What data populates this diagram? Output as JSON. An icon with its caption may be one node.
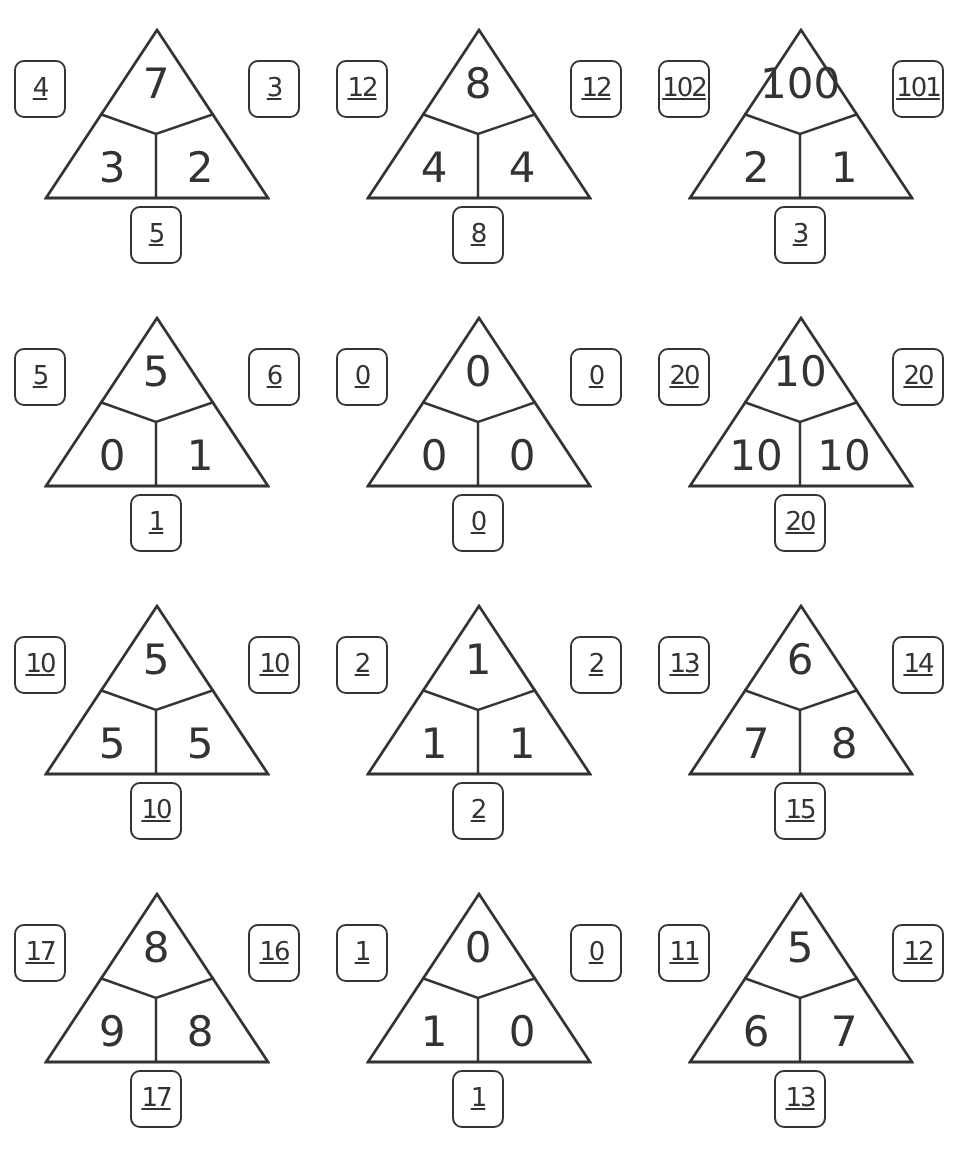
{
  "diagram": {
    "nodes": [
      {
        "text": [],
        "shape": "triangle"
      },
      {
        "text": [
          "7"
        ],
        "in": 0
      },
      {
        "text": [
          "4"
        ]
      },
      {
        "text": [
          "3"
        ]
      },
      {
        "text": [
          "3"
        ],
        "in": 0
      },
      {
        "text": [
          "2"
        ],
        "in": 0
      },
      {
        "text": [
          "5"
        ]
      },
      {
        "text": [],
        "shape": "triangle"
      },
      {
        "text": [
          "8"
        ],
        "in": 7
      },
      {
        "text": [
          "12"
        ]
      },
      {
        "text": [
          "12"
        ]
      },
      {
        "text": [
          "4"
        ],
        "in": 7
      },
      {
        "text": [
          "4"
        ],
        "in": 7
      },
      {
        "text": [
          "8"
        ]
      },
      {
        "text": [],
        "shape": "triangle"
      },
      {
        "text": [
          "100"
        ],
        "in": 14
      },
      {
        "text": [
          "102"
        ]
      },
      {
        "text": [
          "101"
        ]
      },
      {
        "text": [
          "2"
        ],
        "in": 14
      },
      {
        "text": [
          "1"
        ],
        "in": 14
      },
      {
        "text": [
          "3"
        ]
      },
      {
        "text": [],
        "shape": "triangle"
      },
      {
        "text": [
          "5"
        ],
        "in": 21
      },
      {
        "text": [
          "5"
        ]
      },
      {
        "text": [
          "6"
        ]
      },
      {
        "text": [
          "0"
        ],
        "in": 21
      },
      {
        "text": [
          "1"
        ],
        "in": 21
      },
      {
        "text": [
          "1"
        ]
      },
      {
        "text": [],
        "shape": "triangle"
      },
      {
        "text": [
          "0"
        ],
        "in": 28
      },
      {
        "text": [
          "0"
        ]
      },
      {
        "text": [
          "0"
        ]
      },
      {
        "text": [
          "0"
        ],
        "in": 28
      },
      {
        "text": [
          "0"
        ],
        "in": 28
      },
      {
        "text": [
          "0"
        ]
      },
      {
        "text": [],
        "shape": "triangle"
      },
      {
        "text": [
          "10"
        ],
        "in": 35
      },
      {
        "text": [
          "20"
        ]
      },
      {
        "text": [
          "20"
        ]
      },
      {
        "text": [
          "10"
        ],
        "in": 35
      },
      {
        "text": [
          "10"
        ],
        "in": 35
      },
      {
        "text": [
          "20"
        ]
      },
      {
        "text": [],
        "shape": "triangle"
      },
      {
        "text": [
          "5"
        ],
        "in": 42
      },
      {
        "text": [
          "10"
        ]
      },
      {
        "text": [
          "10"
        ]
      },
      {
        "text": [
          "5"
        ],
        "in": 42
      },
      {
        "text": [
          "5"
        ],
        "in": 42
      },
      {
        "text": [
          "10"
        ]
      },
      {
        "text": [],
        "shape": "triangle"
      },
      {
        "text": [
          "1"
        ],
        "in": 49
      },
      {
        "text": [
          "2"
        ]
      },
      {
        "text": [
          "2"
        ]
      },
      {
        "text": [
          "1"
        ],
        "in": 49
      },
      {
        "text": [
          "1"
        ],
        "in": 49
      },
      {
        "text": [
          "2"
        ]
      },
      {
        "text": [],
        "shape": "triangle"
      },
      {
        "text": [
          "6"
        ],
        "in": 56
      },
      {
        "text": [
          "13"
        ]
      },
      {
        "text": [
          "14"
        ]
      },
      {
        "text": [
          "7"
        ],
        "in": 56
      },
      {
        "text": [
          "8"
        ],
        "in": 56
      },
      {
        "text": [
          "15"
        ]
      },
      {
        "text": [],
        "shape": "triangle"
      },
      {
        "text": [
          "8"
        ],
        "in": 63
      },
      {
        "text": [
          "17"
        ]
      },
      {
        "text": [
          "16"
        ]
      },
      {
        "text": [
          "9"
        ],
        "in": 63
      },
      {
        "text": [
          "8"
        ],
        "in": 63
      },
      {
        "text": [
          "17"
        ]
      },
      {
        "text": [],
        "shape": "triangle"
      },
      {
        "text": [
          "0"
        ],
        "in": 70
      },
      {
        "text": [
          "1"
        ]
      },
      {
        "text": [
          "0"
        ]
      },
      {
        "text": [
          "1"
        ],
        "in": 70
      },
      {
        "text": [
          "0"
        ],
        "in": 70
      },
      {
        "text": [
          "1"
        ]
      },
      {
        "text": [],
        "shape": "triangle"
      },
      {
        "text": [
          "5"
        ],
        "in": 77
      },
      {
        "text": [
          "11"
        ]
      },
      {
        "text": [
          "12"
        ]
      },
      {
        "text": [
          "6"
        ],
        "in": 77
      },
      {
        "text": [
          "7"
        ],
        "in": 77
      },
      {
        "text": [
          "13"
        ]
      }
    ]
  }
}
